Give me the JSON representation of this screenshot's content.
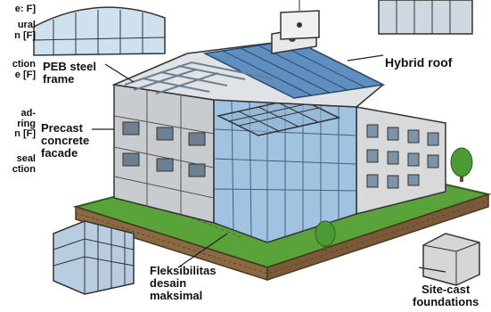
{
  "left_column": [
    {
      "line1": "e: F]"
    },
    {
      "line1": "ural",
      "line2": "n [F]"
    },
    {
      "line1": "ction",
      "line2": "e [F]"
    },
    {
      "line1": "ad-",
      "line2": "ring",
      "line3": "n [F]"
    },
    {
      "line1": "seal",
      "line2": "ction"
    }
  ],
  "labels": {
    "peb_line1": "PEB steel",
    "peb_line2": "frame",
    "precast_line1": "Precast",
    "precast_line2": "concrete",
    "precast_line3": "facade",
    "hybrid_roof": "Hybrid roof",
    "fleks_line1": "Fleksibilitas",
    "fleks_line2": "desain",
    "fleks_line3": "maksimal",
    "site_line1": "Site-cast",
    "site_line2": "foundations"
  },
  "colors": {
    "ground_green": "#5aa33a",
    "soil_brown": "#8a6a45",
    "roof_blue": "#5f8fc0",
    "glass_blue": "#9fc3e0",
    "concrete": "#c9ccce",
    "steel_frame": "#6f7f90"
  },
  "icons": [
    "inset-glass-canopy",
    "inset-rooftop-unit",
    "inset-hybrid-roof-building",
    "inset-steel-frame-building",
    "inset-concrete-block",
    "tree-icon",
    "tree-icon"
  ]
}
